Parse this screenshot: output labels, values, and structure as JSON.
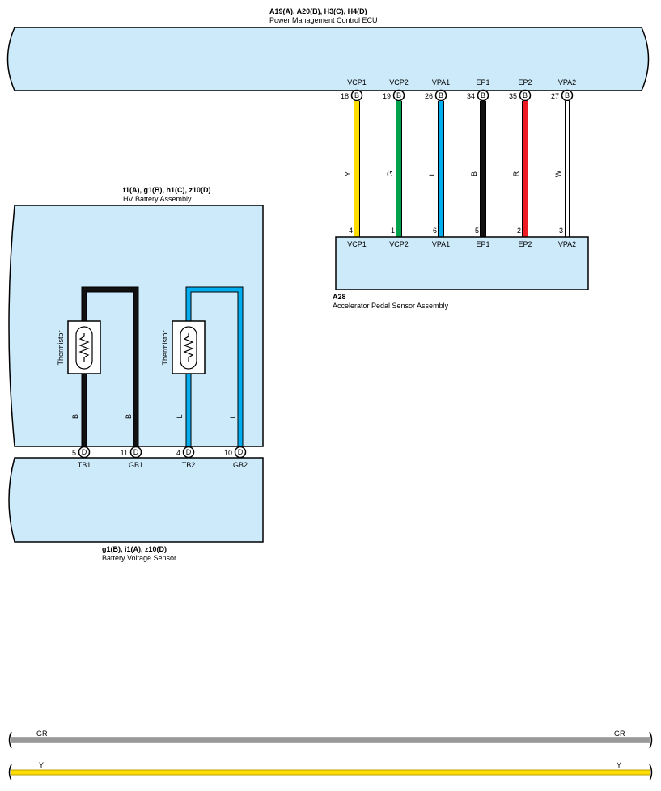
{
  "ecu": {
    "code": "A19(A), A20(B), H3(C), H4(D)",
    "name": "Power Management Control ECU",
    "pins": [
      {
        "name": "VCP1",
        "num": "18",
        "conn": "B"
      },
      {
        "name": "VCP2",
        "num": "19",
        "conn": "B"
      },
      {
        "name": "VPA1",
        "num": "26",
        "conn": "B"
      },
      {
        "name": "EP1",
        "num": "34",
        "conn": "B"
      },
      {
        "name": "EP2",
        "num": "35",
        "conn": "B"
      },
      {
        "name": "VPA2",
        "num": "27",
        "conn": "B"
      }
    ]
  },
  "pedal": {
    "code": "A28",
    "name": "Accelerator Pedal Sensor Assembly",
    "pins": [
      {
        "name": "VCP1",
        "num": "4"
      },
      {
        "name": "VCP2",
        "num": "1"
      },
      {
        "name": "VPA1",
        "num": "6"
      },
      {
        "name": "EP1",
        "num": "5"
      },
      {
        "name": "EP2",
        "num": "2"
      },
      {
        "name": "VPA2",
        "num": "3"
      }
    ]
  },
  "pedal_wires": [
    {
      "color_code": "Y",
      "color": "#ffdd00"
    },
    {
      "color_code": "G",
      "color": "#00a14b"
    },
    {
      "color_code": "L",
      "color": "#00aeef"
    },
    {
      "color_code": "B",
      "color": "#111111"
    },
    {
      "color_code": "R",
      "color": "#ed1c24"
    },
    {
      "color_code": "W",
      "color": "#ffffff"
    }
  ],
  "hv_battery": {
    "code": "f1(A), g1(B), h1(C), z10(D)",
    "name": "HV Battery Assembly",
    "thermistor_label": "Thermistor",
    "wires": [
      {
        "color_code": "B",
        "color": "#111111"
      },
      {
        "color_code": "B",
        "color": "#111111"
      },
      {
        "color_code": "L",
        "color": "#00aeef"
      },
      {
        "color_code": "L",
        "color": "#00aeef"
      }
    ]
  },
  "voltage_sensor": {
    "code": "g1(B), i1(A), z10(D)",
    "name": "Battery Voltage Sensor",
    "pins": [
      {
        "name": "TB1",
        "num": "5",
        "conn": "D"
      },
      {
        "name": "GB1",
        "num": "11",
        "conn": "D"
      },
      {
        "name": "TB2",
        "num": "4",
        "conn": "D"
      },
      {
        "name": "GB2",
        "num": "10",
        "conn": "D"
      }
    ]
  },
  "bottom_wires": [
    {
      "color_code": "GR",
      "color": "#999999"
    },
    {
      "color_code": "Y",
      "color": "#ffdd00"
    }
  ]
}
